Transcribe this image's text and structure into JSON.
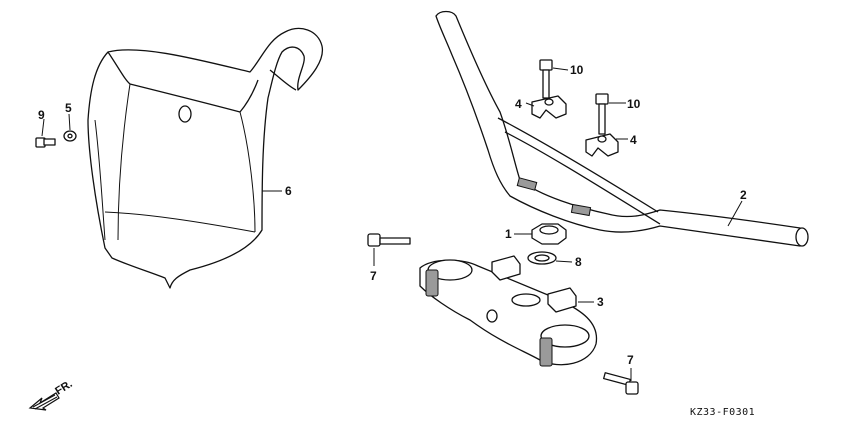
{
  "callouts": [
    {
      "id": "p1",
      "label": "1"
    },
    {
      "id": "p2",
      "label": "2"
    },
    {
      "id": "p3",
      "label": "3"
    },
    {
      "id": "p4a",
      "label": "4"
    },
    {
      "id": "p4b",
      "label": "4"
    },
    {
      "id": "p5",
      "label": "5"
    },
    {
      "id": "p6",
      "label": "6"
    },
    {
      "id": "p7a",
      "label": "7"
    },
    {
      "id": "p7b",
      "label": "7"
    },
    {
      "id": "p8",
      "label": "8"
    },
    {
      "id": "p9",
      "label": "9"
    },
    {
      "id": "p10a",
      "label": "10"
    },
    {
      "id": "p10b",
      "label": "10"
    }
  ],
  "diagram_code": "KZ33-F0301",
  "direction_label": "FR.",
  "icons": {
    "front_arrow": "front-direction-arrow-icon"
  }
}
